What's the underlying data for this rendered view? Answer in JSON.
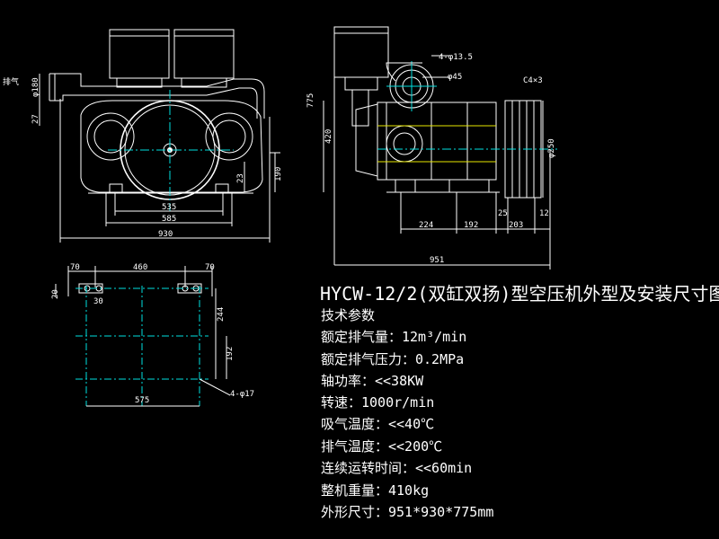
{
  "drawing": {
    "title": "HYCW-12/2(双缸双扬)型空压机外型及安装尺寸图",
    "params_heading": "技术参数",
    "specs": [
      "额定排气量：12m³/min",
      "额定排气压力：0.2MPa",
      "轴功率：<<38KW",
      "转速：1000r/min",
      "吸气温度：<<40℃",
      "排气温度：<<200℃",
      "连续运转时间：<<60min",
      "整机重量：410kg",
      "外形尺寸：951*930*775mm"
    ]
  },
  "front_view": {
    "label_side": "排气",
    "dims": {
      "d180": "φ180",
      "d27": "27",
      "d23": "23",
      "d190": "190",
      "w535": "535",
      "w585": "585",
      "w930": "930"
    }
  },
  "side_view": {
    "dims": {
      "holes": "4-φ13.5",
      "d45": "φ45",
      "belt": "C4×3",
      "pulley": "φ250",
      "h420": "420",
      "h775": "775",
      "d224": "224",
      "d192": "192",
      "d25": "25",
      "d203": "203",
      "d12": "12",
      "total": "951"
    }
  },
  "plan_view": {
    "dims": {
      "d70a": "70",
      "d460": "460",
      "d70b": "70",
      "d20": "20",
      "d30": "30",
      "d244": "244",
      "d192": "192",
      "d575": "575",
      "holes": "4-φ17"
    }
  }
}
